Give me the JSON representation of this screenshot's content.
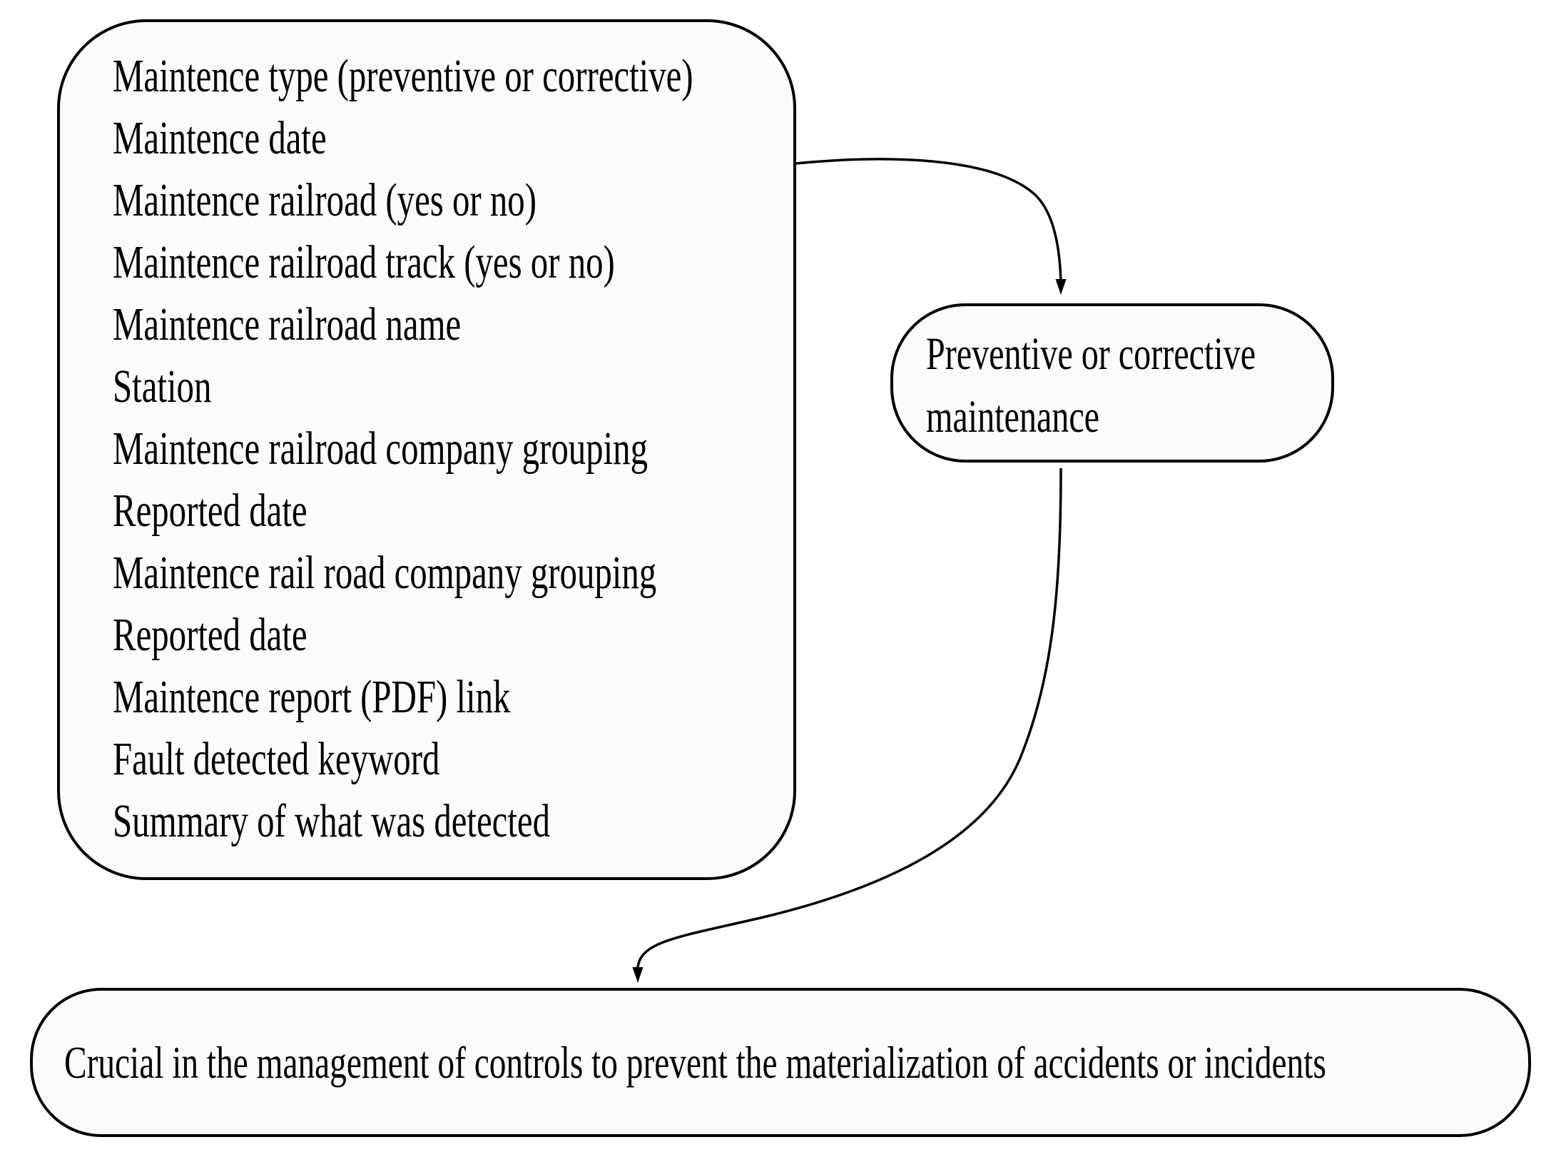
{
  "diagram": {
    "left_box": {
      "items": [
        "Maintence type (preventive or corrective)",
        "Maintence date",
        "Maintence railroad (yes or no)",
        "Maintence railroad track (yes or no)",
        "Maintence railroad name",
        "Station",
        "Maintence railroad company grouping",
        "Reported date",
        "Maintence rail road company grouping",
        "Reported date",
        "Maintence report (PDF) link",
        "Fault detected keyword",
        "Summary of what was detected"
      ]
    },
    "right_box": {
      "line1": "Preventive or corrective",
      "line2": "maintenance"
    },
    "bottom_box": {
      "label": "Crucial in the management of controls to prevent the materialization of accidents or incidents"
    },
    "colors": {
      "stroke": "#000000",
      "node_fill": "#fbfbfb",
      "background": "#ffffff"
    }
  }
}
